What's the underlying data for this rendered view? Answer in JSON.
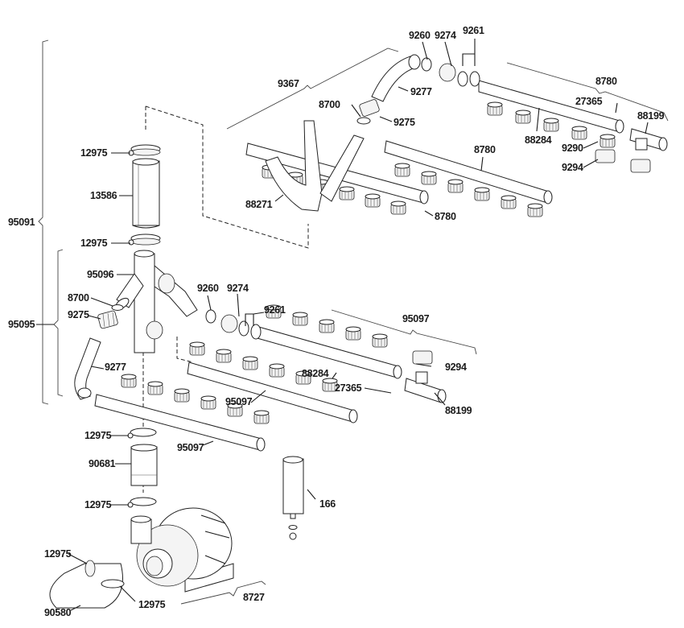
{
  "diagram": {
    "type": "exploded-parts-diagram",
    "assemblies": [
      {
        "id": "95091",
        "label": "95091"
      },
      {
        "id": "95095",
        "label": "95095"
      },
      {
        "id": "9367",
        "label": "9367"
      },
      {
        "id": "8780-upper-right",
        "label": "8780"
      },
      {
        "id": "95097-group",
        "label": "95097"
      },
      {
        "id": "8727",
        "label": "8727"
      }
    ],
    "labels": {
      "top_9260": "9260",
      "top_9274": "9274",
      "top_9261": "9261",
      "top_9367": "9367",
      "top_9277": "9277",
      "top_8780_bracket": "8780",
      "top_8700": "8700",
      "top_27365": "27365",
      "top_88199": "88199",
      "top_9275": "9275",
      "top_88284": "88284",
      "top_12975": "12975",
      "top_8780_mid": "8780",
      "top_9290": "9290",
      "top_9294": "9294",
      "top_13586": "13586",
      "top_88271": "88271",
      "top_8780_low": "8780",
      "left_95091": "95091",
      "mid_12975": "12975",
      "mid_95096": "95096",
      "mid_9260": "9260",
      "mid_9274": "9274",
      "mid_8700": "8700",
      "mid_9261": "9261",
      "left_95095": "95095",
      "mid_9275": "9275",
      "mid_95097_bracket": "95097",
      "mid_9294": "9294",
      "mid_88284": "88284",
      "mid_9277": "9277",
      "mid_27365": "27365",
      "mid_95097_a": "95097",
      "mid_88199": "88199",
      "low_12975_a": "12975",
      "low_95097_b": "95097",
      "low_90681": "90681",
      "low_12975_b": "12975",
      "low_166": "166",
      "pump_12975_a": "12975",
      "pump_12975_b": "12975",
      "pump_8727": "8727",
      "pump_90580": "90580"
    }
  }
}
